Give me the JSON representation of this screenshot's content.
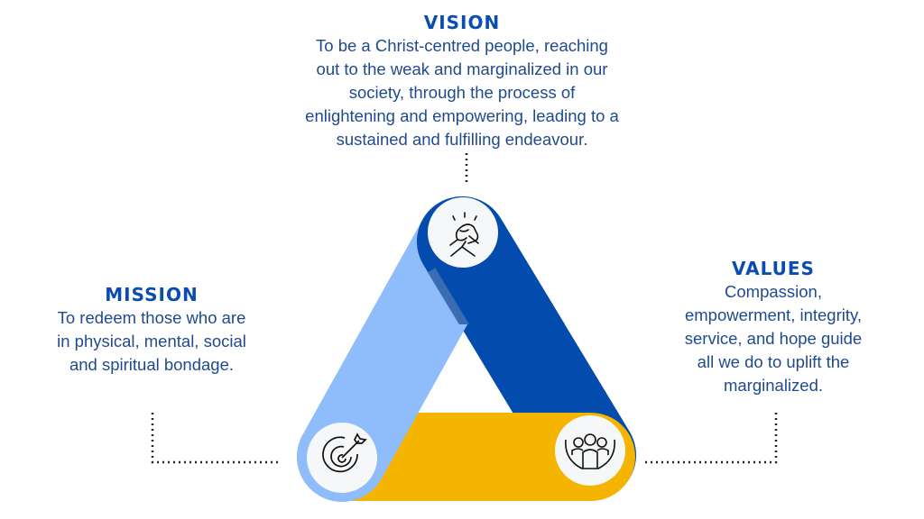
{
  "vision": {
    "title": "VISION",
    "lines": [
      "To be a Christ-centred people, reaching",
      "out to the weak and marginalized in our",
      "society, through the process of",
      "enlightening and empowering, leading to a",
      "sustained and fulfilling endeavour."
    ],
    "icon": "arm-wrestle-handshake-icon"
  },
  "mission": {
    "title": "MISSION",
    "lines": [
      "To redeem those who are",
      "in physical, mental, social",
      "and spiritual bondage."
    ],
    "icon": "target-arrow-icon"
  },
  "values": {
    "title": "VALUES",
    "lines": [
      "Compassion,",
      "empowerment, integrity,",
      "service, and hope guide",
      "all we do to uplift the",
      "marginalized."
    ],
    "icon": "people-in-hands-icon"
  },
  "colors": {
    "light_blue": "#8fbcfb",
    "dark_blue": "#034cad",
    "yellow": "#f4b400",
    "title": "#0a4db0",
    "text": "#1f4a8f"
  }
}
